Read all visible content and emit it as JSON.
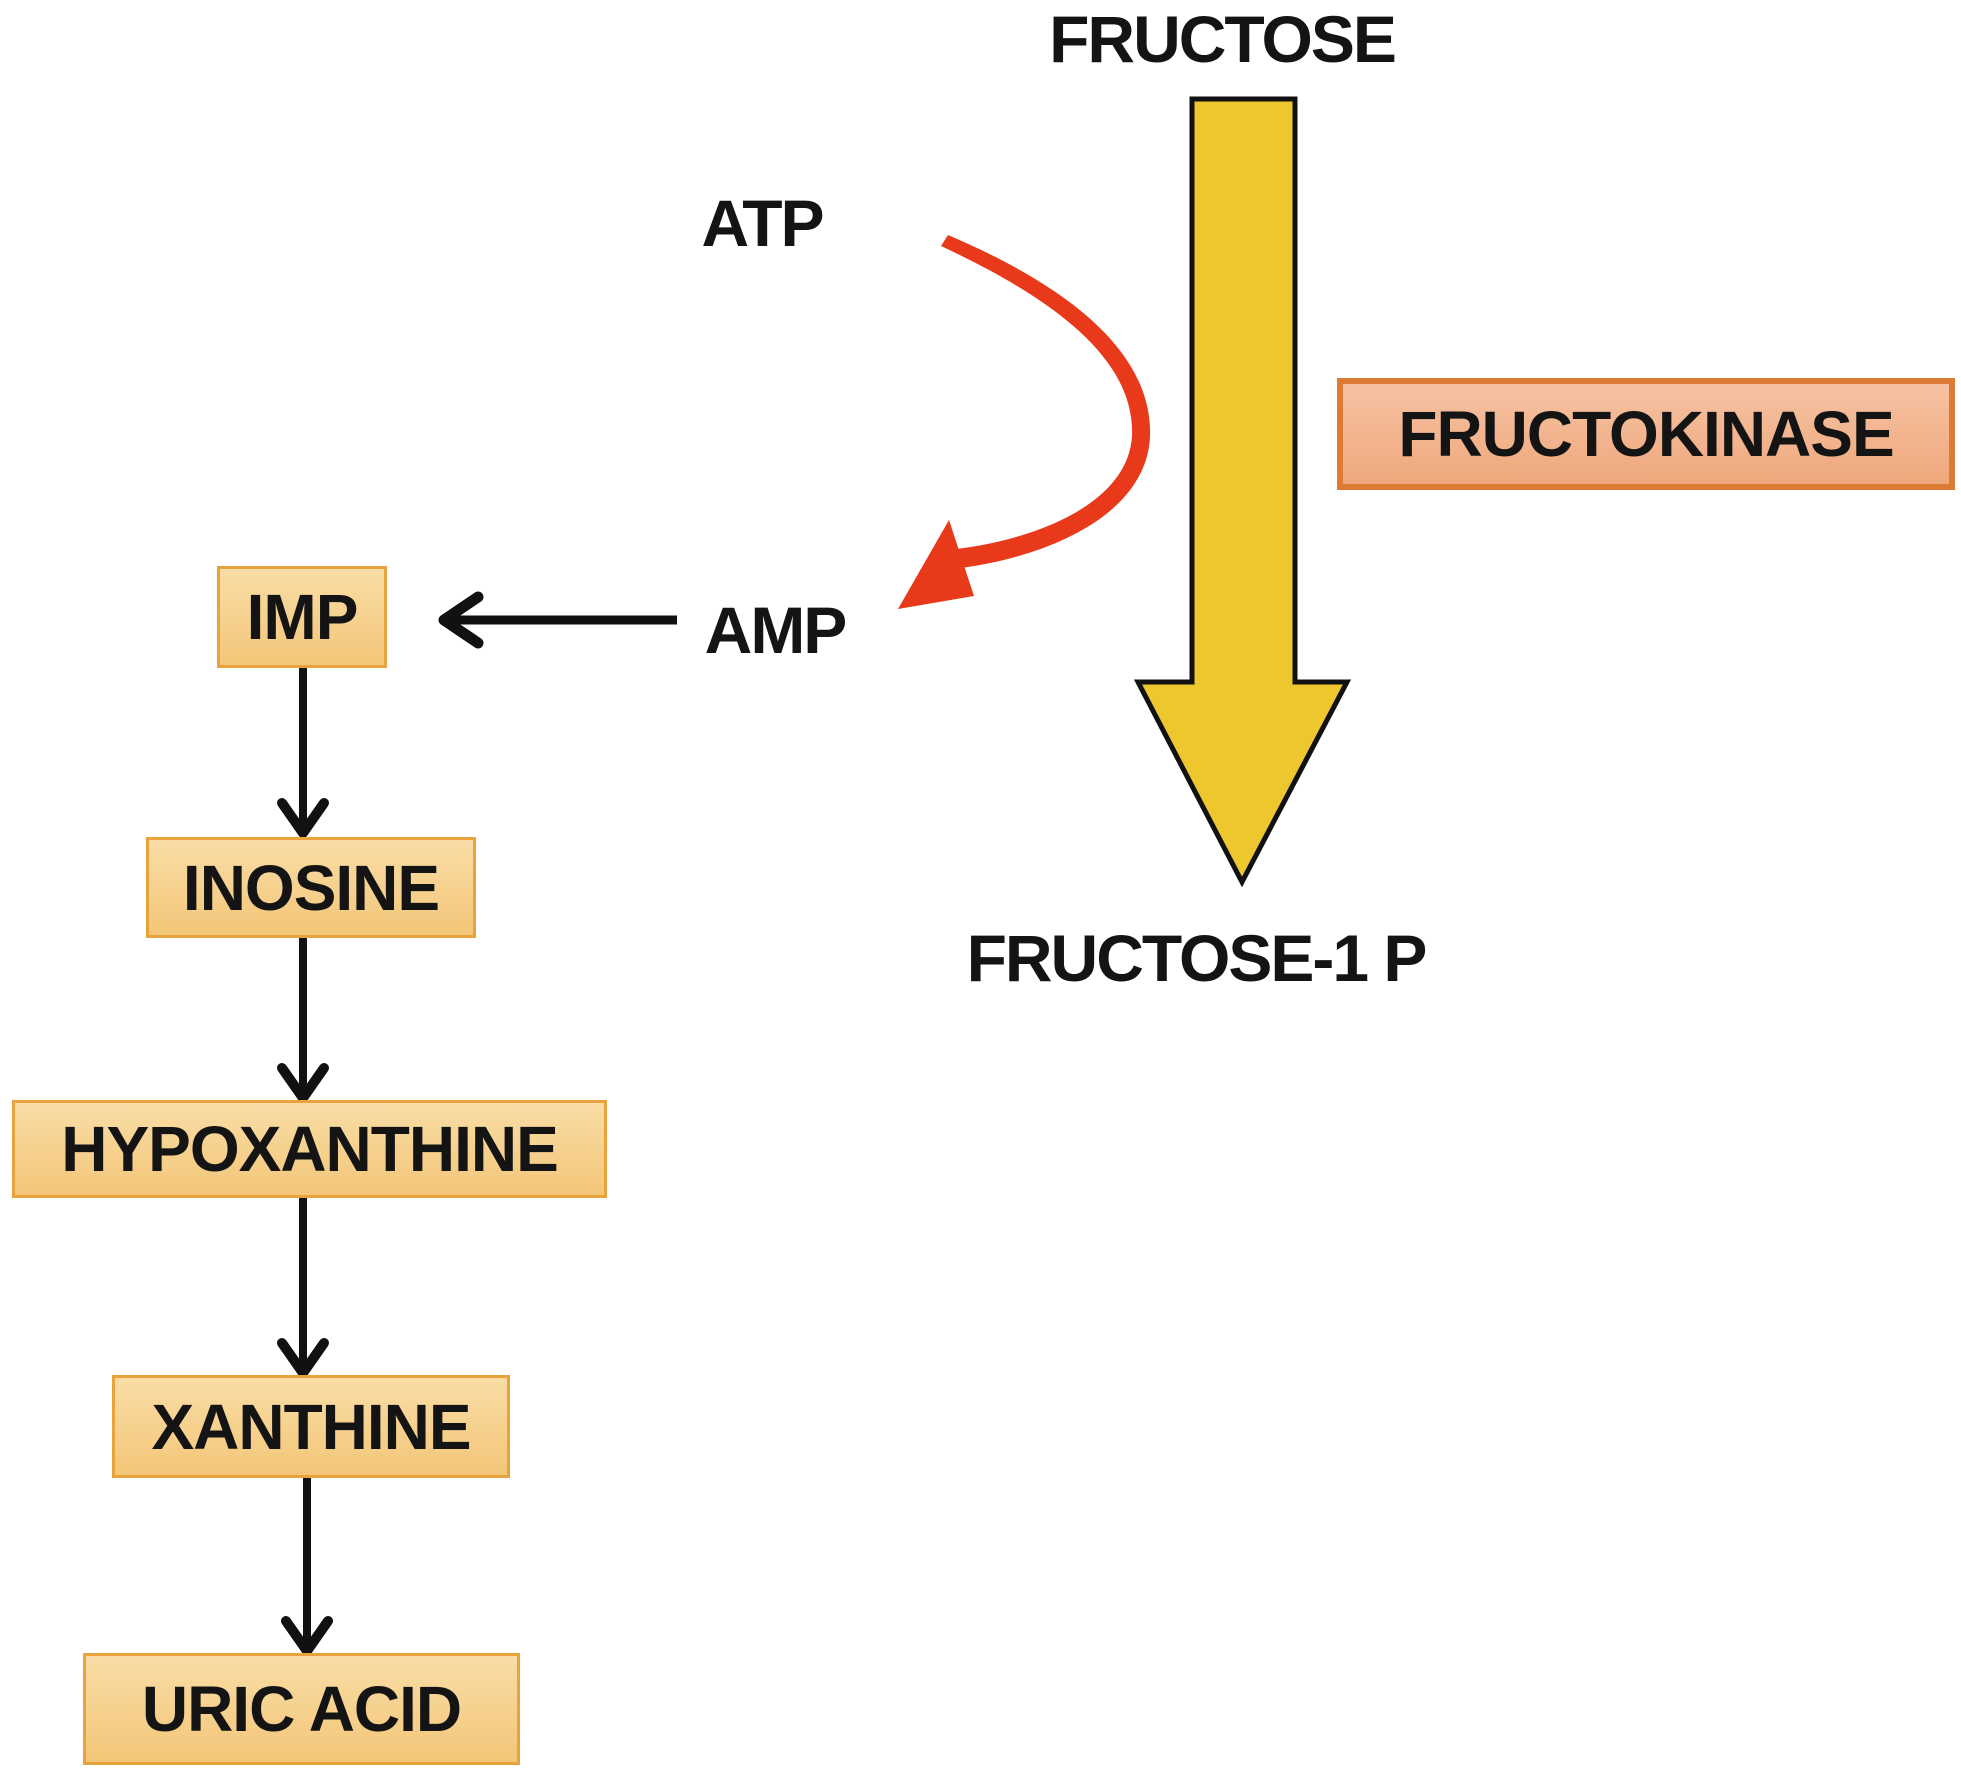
{
  "diagram": {
    "substrate": "FRUCTOSE",
    "enzyme": "FRUCTOKINASE",
    "product": "FRUCTOSE-1 P",
    "atp_label": "ATP",
    "amp_label": "AMP",
    "purine_degradation": [
      "IMP",
      "INOSINE",
      "HYPOXANTHINE",
      "XANTHINE",
      "URIC ACID"
    ],
    "colors": {
      "yellow_arrow": "#eec72e",
      "red_arrow": "#e8391b",
      "node_fill_top": "#f9dda6",
      "node_fill_bottom": "#f3c678",
      "node_border": "#e8a33c",
      "enzyme_fill_top": "#f6c2a2",
      "enzyme_fill_bottom": "#efa87d",
      "enzyme_border": "#dd7a33",
      "line_color": "#111111",
      "text_color": "#141414",
      "background": "#ffffff"
    }
  }
}
